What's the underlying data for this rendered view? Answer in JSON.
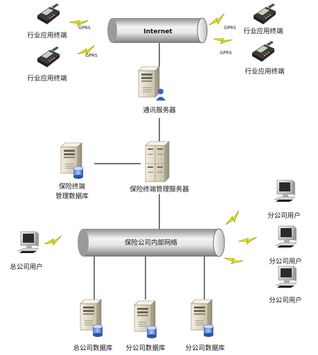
{
  "network": {
    "internet_label": "Internet",
    "insurance_network_label": "保险公司内部网络"
  },
  "terminals": [
    {
      "label": "行业应用终端"
    },
    {
      "label": "行业应用终端"
    },
    {
      "label": "行业应用终端"
    },
    {
      "label": "行业应用终端"
    }
  ],
  "gprs_labels": [
    "GPRS",
    "GPRS",
    "GPRS",
    "GPRS"
  ],
  "servers": {
    "comm_server": "通讯服务器",
    "terminal_mgmt_db_line1": "保险终端",
    "terminal_mgmt_db_line2": "管理数据库",
    "terminal_mgmt_server": "保险终端管理服务器"
  },
  "users": {
    "branch_users": [
      "分公司用户",
      "分公司用户",
      "分公司用户"
    ],
    "hq_user": "总公司用户"
  },
  "databases": [
    "总公司数据库",
    "分公司数据库",
    "分公司数据库"
  ],
  "colors": {
    "bolt": "#e8e800",
    "pipe_light": "#f4f4f4",
    "pipe_dark": "#8c8c8c",
    "server_body": "#e6e0cf"
  }
}
